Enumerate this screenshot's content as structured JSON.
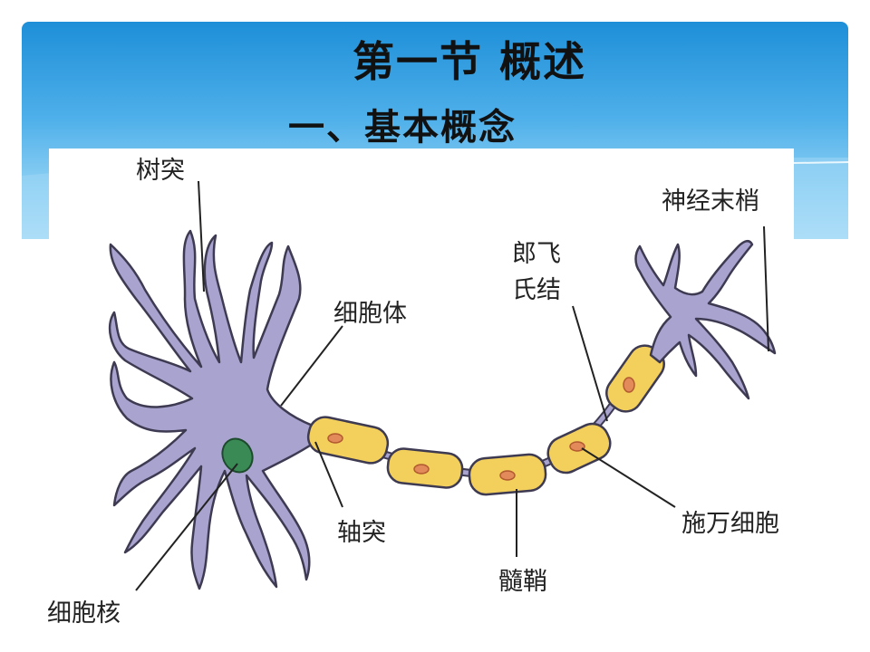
{
  "slide": {
    "title": "第一节    概述",
    "subtitle": "一、基本概念"
  },
  "labels": {
    "dendrite": "树突",
    "nerve_ending": "神经末梢",
    "node_of_ranvier_line1": "郎飞",
    "node_of_ranvier_line2": "氏结",
    "cell_body": "细胞体",
    "axon": "轴突",
    "schwann_cell": "施万细胞",
    "myelin_sheath": "髓鞘",
    "nucleus": "细胞核"
  },
  "colors": {
    "header_top": "#1e8fd8",
    "header_bottom": "#bfe6fa",
    "neuron_body": "#a9a4cf",
    "neuron_outline": "#3d3a52",
    "nucleus_fill": "#3a8a55",
    "myelin_fill": "#f3cf5c",
    "myelin_nucleus": "#e28a5a"
  }
}
